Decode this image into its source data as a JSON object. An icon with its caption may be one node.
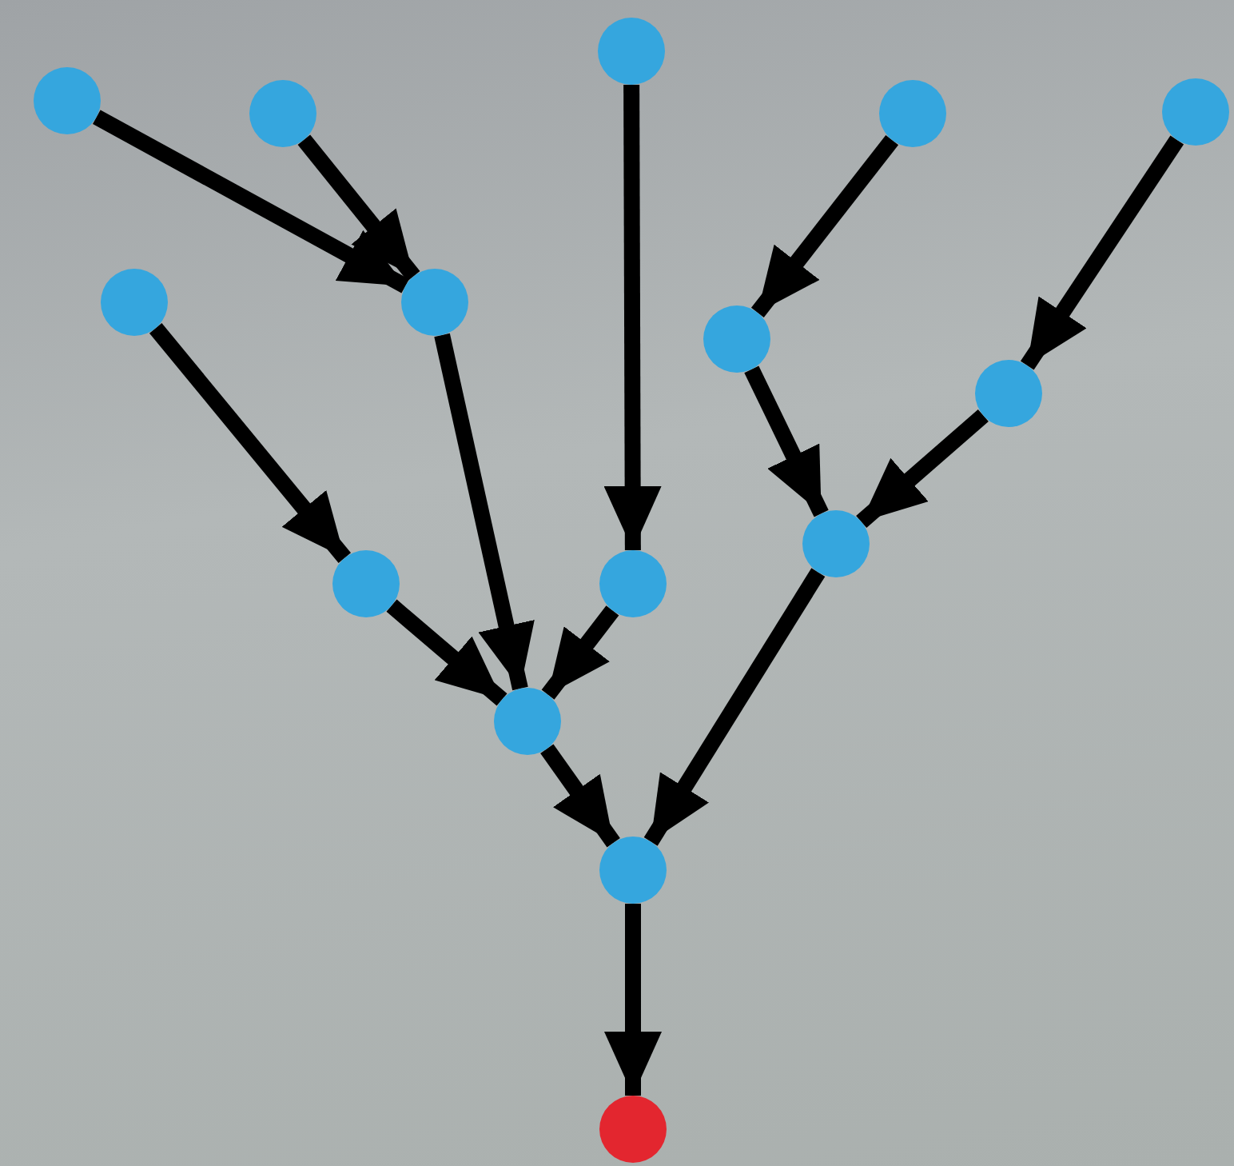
{
  "diagram": {
    "nodes": [
      {
        "text": [],
        "shape": "circle"
      },
      {
        "text": [],
        "shape": "circle"
      },
      {
        "text": [],
        "shape": "circle"
      },
      {
        "text": [],
        "shape": "circle"
      },
      {
        "text": [],
        "shape": "circle"
      },
      {
        "text": [],
        "shape": "circle"
      },
      {
        "text": [],
        "shape": "circle"
      },
      {
        "text": [],
        "shape": "circle"
      },
      {
        "text": [],
        "shape": "circle"
      },
      {
        "text": [],
        "shape": "circle"
      },
      {
        "text": [],
        "shape": "circle"
      },
      {
        "text": [],
        "shape": "circle"
      },
      {
        "text": [],
        "shape": "circle"
      },
      {
        "text": [],
        "shape": "circle"
      },
      {
        "text": [],
        "shape": "circle"
      }
    ],
    "edges": [
      {
        "from": 1,
        "to": 6,
        "arrow": "to"
      },
      {
        "from": 2,
        "to": 6,
        "arrow": "to"
      },
      {
        "from": 0,
        "to": 11,
        "arrow": "to"
      },
      {
        "from": 3,
        "to": 7,
        "arrow": "to"
      },
      {
        "from": 4,
        "to": 8,
        "arrow": "to"
      },
      {
        "from": 5,
        "to": 10,
        "arrow": "to"
      },
      {
        "from": 6,
        "to": 12,
        "arrow": "to"
      },
      {
        "from": 7,
        "to": 9,
        "arrow": "to"
      },
      {
        "from": 8,
        "to": 9,
        "arrow": "to"
      },
      {
        "from": 10,
        "to": 12,
        "arrow": "to"
      },
      {
        "from": 11,
        "to": 12,
        "arrow": "to"
      },
      {
        "from": 9,
        "to": 13,
        "arrow": "to"
      },
      {
        "from": 12,
        "to": 13,
        "arrow": "to"
      },
      {
        "from": 13,
        "to": 14,
        "arrow": "to"
      }
    ]
  }
}
